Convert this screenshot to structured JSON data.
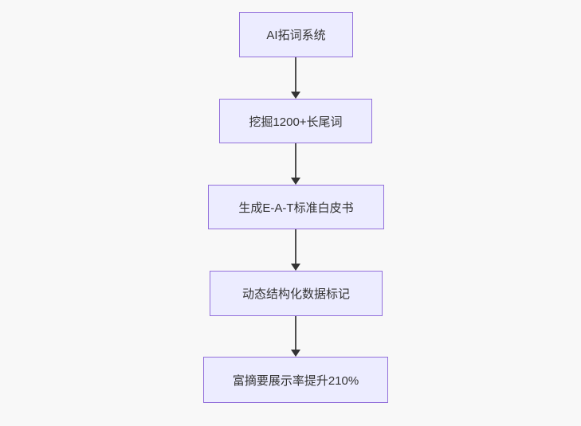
{
  "diagram": {
    "type": "flowchart-top-down",
    "colors": {
      "background": "#f8f8f8",
      "node_fill": "#ECECFF",
      "node_border": "#9370DB",
      "edge_line": "#4f4f4f",
      "edge_head": "#333333",
      "text": "#333333"
    },
    "nodes": [
      {
        "id": "n1",
        "label": "AI拓词系统"
      },
      {
        "id": "n2",
        "label": "挖掘1200+长尾词"
      },
      {
        "id": "n3",
        "label": "生成E-A-T标准白皮书"
      },
      {
        "id": "n4",
        "label": "动态结构化数据标记"
      },
      {
        "id": "n5",
        "label": "富摘要展示率提升210%"
      }
    ],
    "edges": [
      {
        "from": "n1",
        "to": "n2"
      },
      {
        "from": "n2",
        "to": "n3"
      },
      {
        "from": "n3",
        "to": "n4"
      },
      {
        "from": "n4",
        "to": "n5"
      }
    ]
  }
}
